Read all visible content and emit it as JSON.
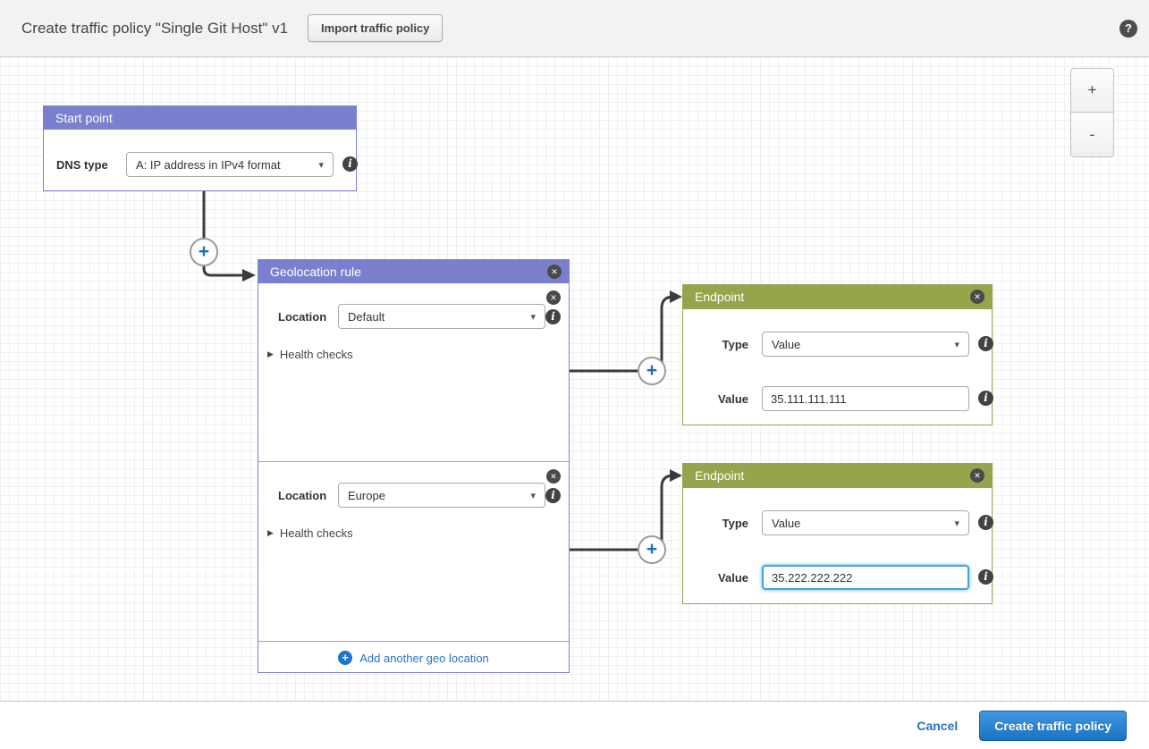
{
  "header": {
    "title": "Create traffic policy \"Single Git Host\" v1",
    "import_button_label": "Import traffic policy"
  },
  "icons": {
    "help": "?",
    "info": "i",
    "close": "✕",
    "plus": "+",
    "minus": "-",
    "expander": "▶",
    "dropdown_arrow": "▾",
    "add": "+"
  },
  "start_point": {
    "header": "Start point",
    "dns_type_label": "DNS type",
    "dns_type_value": "A: IP address in IPv4 format"
  },
  "geolocation_rule": {
    "header": "Geolocation rule",
    "rules": [
      {
        "location_label": "Location",
        "location_value": "Default",
        "health_checks_label": "Health checks"
      },
      {
        "location_label": "Location",
        "location_value": "Europe",
        "health_checks_label": "Health checks"
      }
    ],
    "add_link_label": "Add another geo location"
  },
  "endpoints": [
    {
      "header": "Endpoint",
      "type_label": "Type",
      "type_value": "Value",
      "value_label": "Value",
      "value_text": "35.111.111.111"
    },
    {
      "header": "Endpoint",
      "type_label": "Type",
      "type_value": "Value",
      "value_label": "Value",
      "value_text": "35.222.222.222"
    }
  ],
  "footer": {
    "cancel_label": "Cancel",
    "create_label": "Create traffic policy"
  },
  "colors": {
    "rule_header_purple": "#7b80ce",
    "endpoint_header_green": "#95a54c",
    "primary_button_blue": "#1f7fd2",
    "link_blue": "#2a72c0",
    "connector_dark": "#3b3b3b"
  }
}
